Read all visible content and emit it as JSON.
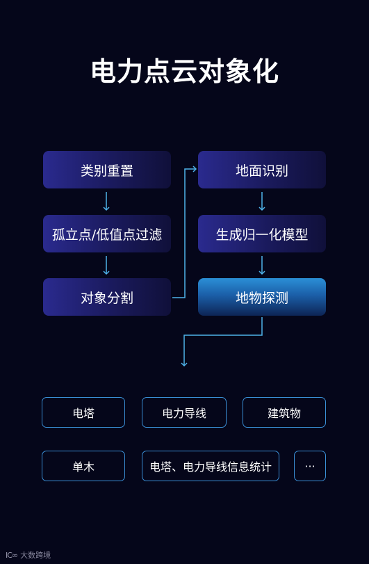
{
  "title": "电力点云对象化",
  "flow": {
    "left": [
      "类别重置",
      "孤立点/低值点过滤",
      "对象分割"
    ],
    "right": [
      "地面识别",
      "生成归一化模型",
      "地物探测"
    ]
  },
  "outputs": {
    "row1": [
      "电塔",
      "电力导线",
      "建筑物"
    ],
    "row2": [
      "单木",
      "电塔、电力导线信息统计",
      "···"
    ]
  },
  "footer": {
    "brand": "大数跨境",
    "logo_text": "IC∞"
  },
  "colors": {
    "background": "#05061a",
    "node": "#22227a",
    "highlight": "#2b8fd6",
    "connector": "#4fb3ea",
    "leaf_border": "#3a8fd6"
  }
}
